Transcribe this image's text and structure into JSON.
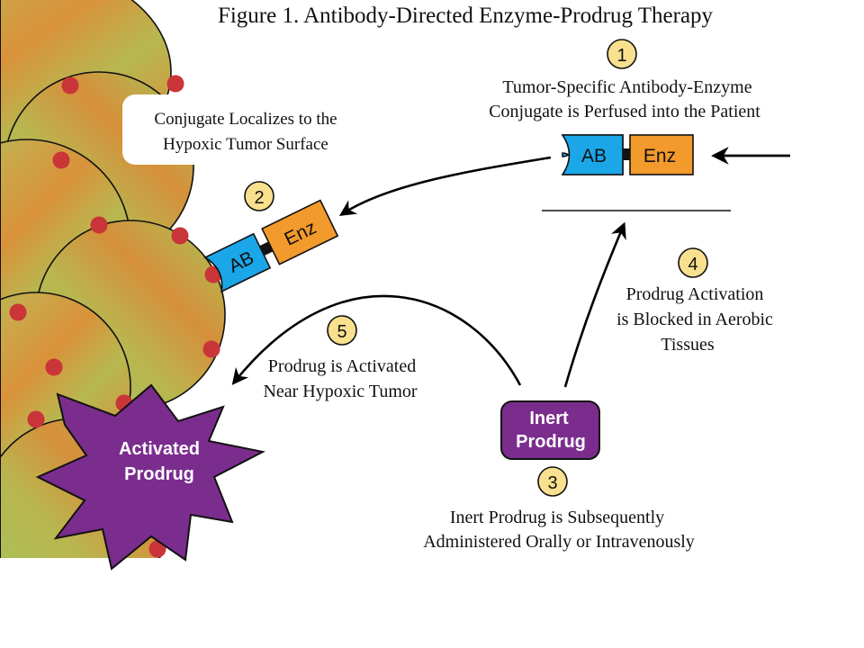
{
  "title": "Figure 1. Antibody-Directed Enzyme-Prodrug Therapy",
  "steps": {
    "one": {
      "number": "1",
      "line1": "Tumor-Specific Antibody-Enzyme",
      "line2": "Conjugate is Perfused into the Patient"
    },
    "two": {
      "number": "2",
      "line1": "Conjugate Localizes to the",
      "line2": "Hypoxic Tumor Surface"
    },
    "three": {
      "number": "3",
      "line1": "Inert Prodrug is Subsequently",
      "line2": "Administered Orally or Intravenously"
    },
    "four": {
      "number": "4",
      "line1": "Prodrug Activation",
      "line2": "is Blocked in Aerobic",
      "line3": "Tissues"
    },
    "five": {
      "number": "5",
      "line1": "Prodrug is Activated",
      "line2": "Near Hypoxic Tumor"
    }
  },
  "conjugate": {
    "antibody_label": "AB",
    "enzyme_label": "Enz"
  },
  "inert_prodrug": {
    "line1": "Inert",
    "line2": "Prodrug"
  },
  "activated_prodrug": {
    "line1": "Activated",
    "line2": "Prodrug"
  },
  "colors": {
    "antibody": "#1ba6e8",
    "enzyme": "#f39a2c",
    "prodrug": "#7b2d8e",
    "badge": "#f8e08e",
    "red_marker": "#c93538",
    "cell_green": "#a3c45a",
    "cell_orange": "#d9923a"
  }
}
